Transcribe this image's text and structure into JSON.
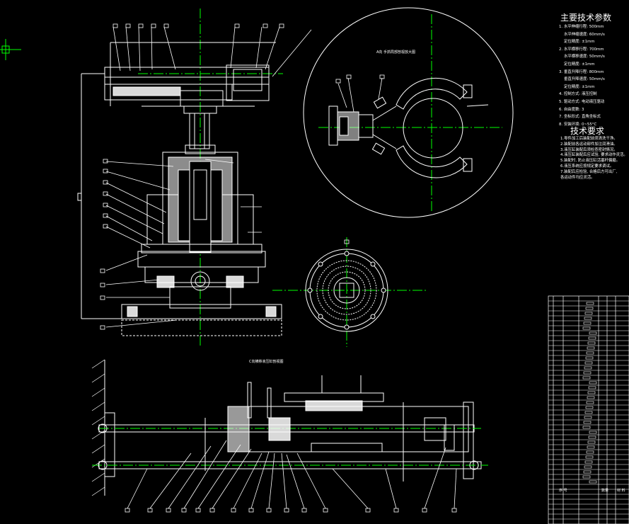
{
  "drawing": {
    "detail_a_title": "A向 手抓局部剖视放大图",
    "detail_c_title": "C向横移液压缸剖视图"
  },
  "params": {
    "heading": "主要技术参数",
    "lines": [
      "1. 水平伸缩行程: 500mm",
      "水平伸缩速度: 60mm/s",
      "定位精度: ±1mm",
      "2. 水平横移行程: 700mm",
      "水平横移速度: 50mm/s",
      "定位精度: ±1mm",
      "3. 垂直升降行程: 800mm",
      "垂直升降速度: 50mm/s",
      "定位精度: ±1mm",
      "4. 控制方式: 液压控制",
      "5. 驱动方式: 电动液压驱动",
      "6. 自由度数: 3",
      "7. 坐标形式: 直角坐标式",
      "8. 安装环境: 0~55°C"
    ]
  },
  "requirements": {
    "heading": "技术要求",
    "lines": [
      "1.零件加工后装配前须清洗干净。",
      "2.装配前各运动部件加注润滑油。",
      "3.液压缸装配后须检查密封情况。",
      "4.液压缸装配后应试验, 要求动作灵活。",
      "5.装配时, 防止液压缸活塞杆偏磨。",
      "6.液压系统应按规定要求调试。",
      "7.装配后应检验, 合格后方可出厂,",
      "各运动件均应灵活。"
    ]
  },
  "title_block": {
    "seq_header": "序 号",
    "qty_header": "数量",
    "mat_header": "材 料"
  },
  "colors": {
    "background": "#000000",
    "linework": "#ffffff",
    "centerline": "#00ff00",
    "accent": "#00ffff"
  }
}
